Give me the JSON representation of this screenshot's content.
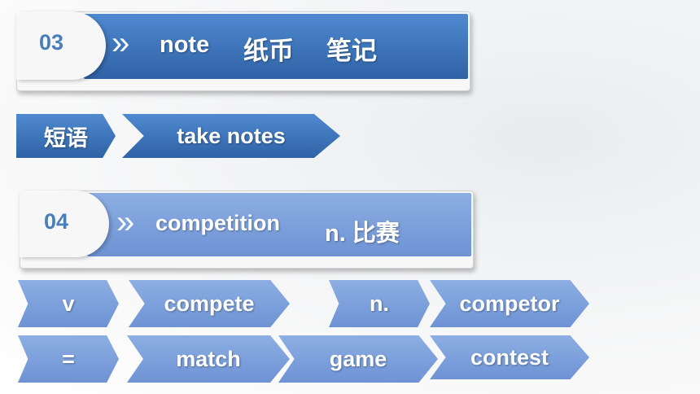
{
  "section1": {
    "number": "03",
    "chevron": "»",
    "word": "note",
    "meaning1": "纸币",
    "meaning2": "笔记"
  },
  "phrase": {
    "label": "短语",
    "text": "take notes"
  },
  "section2": {
    "number": "04",
    "chevron": "»",
    "word": "competition",
    "meaning": "n. 比赛"
  },
  "row1": {
    "label": "v",
    "verb": "compete",
    "noun_label": "n.",
    "noun": "competor"
  },
  "row2": {
    "label": "=",
    "items": [
      "match",
      "game",
      "contest"
    ]
  },
  "colors": {
    "dark_blue": "#3a70b8",
    "light_blue": "#7d9fdb",
    "number_blue": "#4a7eb9"
  }
}
